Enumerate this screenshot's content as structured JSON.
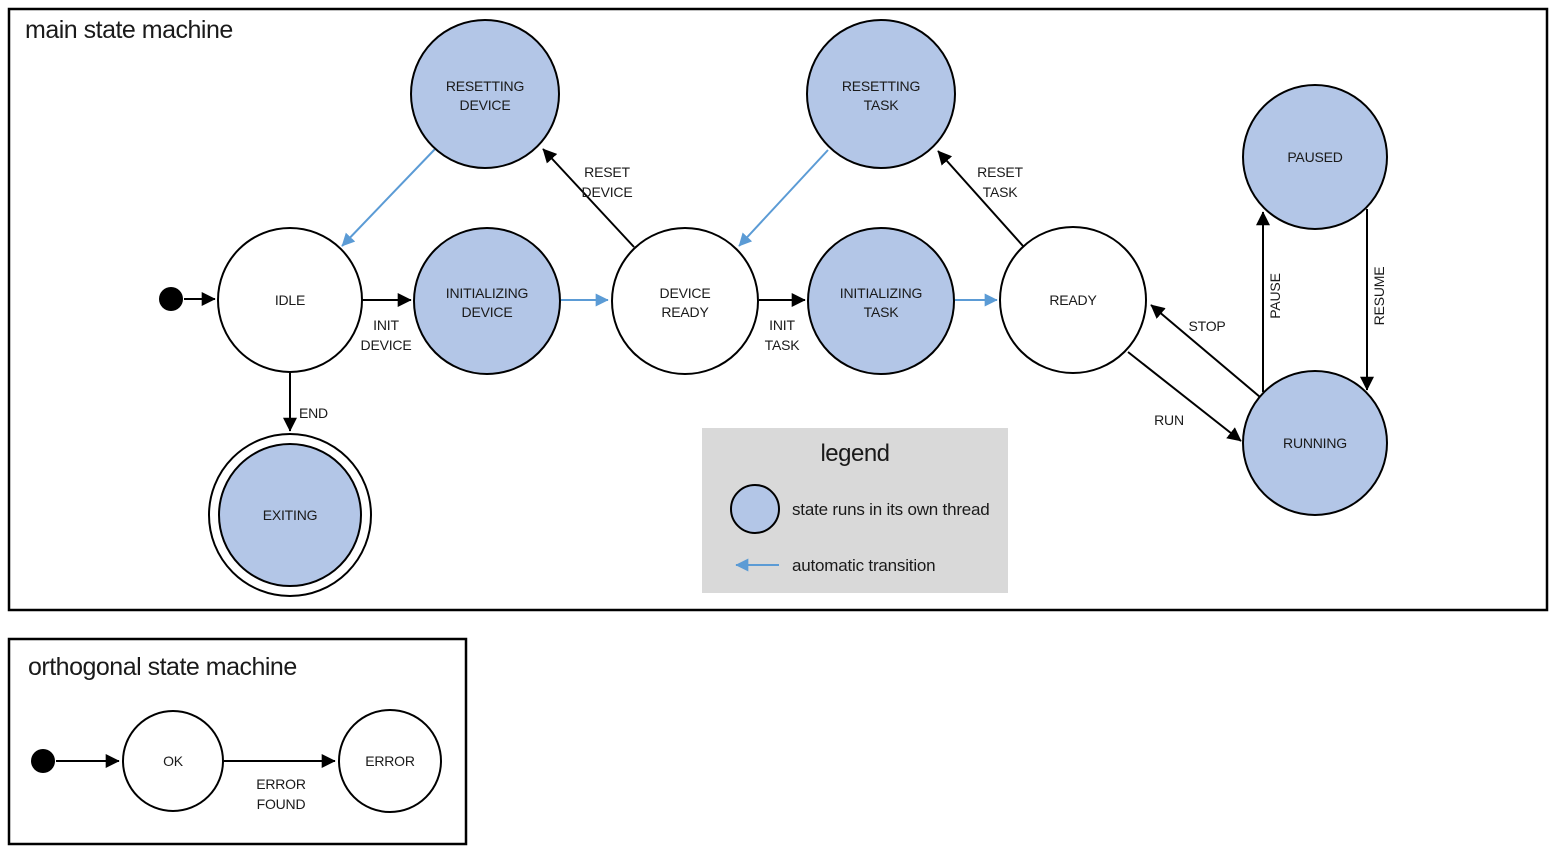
{
  "colors": {
    "thread_state_fill": "#b3c6e7",
    "plain_state_fill": "#ffffff",
    "auto_transition_blue": "#5b9bd5",
    "legend_bg": "#d9d9d9",
    "line_black": "#000000"
  },
  "main_machine": {
    "title": "main state machine",
    "states": {
      "idle": {
        "label": "IDLE"
      },
      "resetting_device": {
        "line1": "RESETTING",
        "line2": "DEVICE"
      },
      "initializing_device": {
        "line1": "INITIALIZING",
        "line2": "DEVICE"
      },
      "device_ready": {
        "line1": "DEVICE",
        "line2": "READY"
      },
      "resetting_task": {
        "line1": "RESETTING",
        "line2": "TASK"
      },
      "initializing_task": {
        "line1": "INITIALIZING",
        "line2": "TASK"
      },
      "ready": {
        "label": "READY"
      },
      "paused": {
        "label": "PAUSED"
      },
      "running": {
        "label": "RUNNING"
      },
      "exiting": {
        "label": "EXITING"
      }
    },
    "transitions": {
      "init_device": {
        "line1": "INIT",
        "line2": "DEVICE"
      },
      "init_task": {
        "line1": "INIT",
        "line2": "TASK"
      },
      "reset_device": {
        "line1": "RESET",
        "line2": "DEVICE"
      },
      "reset_task": {
        "line1": "RESET",
        "line2": "TASK"
      },
      "end": {
        "label": "END"
      },
      "run": {
        "label": "RUN"
      },
      "stop": {
        "label": "STOP"
      },
      "pause": {
        "label": "PAUSE"
      },
      "resume": {
        "label": "RESUME"
      }
    }
  },
  "legend": {
    "title": "legend",
    "items": {
      "thread": {
        "label": "state runs in its own thread"
      },
      "auto": {
        "label": "automatic transition"
      }
    }
  },
  "orthogonal_machine": {
    "title": "orthogonal state machine",
    "states": {
      "ok": {
        "label": "OK"
      },
      "error": {
        "label": "ERROR"
      }
    },
    "transitions": {
      "error_found": {
        "line1": "ERROR",
        "line2": "FOUND"
      }
    }
  }
}
